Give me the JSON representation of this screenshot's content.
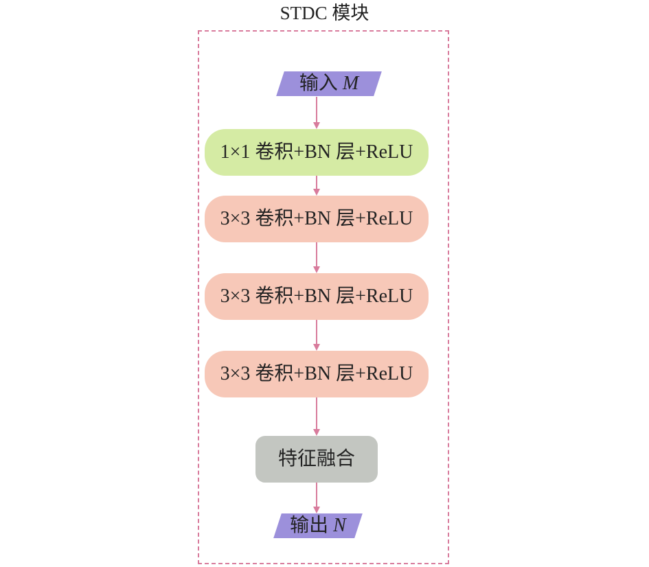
{
  "title": "STDC 模块",
  "input": {
    "label": "输入 ",
    "var": "M"
  },
  "output": {
    "label": "输出 ",
    "var": "N"
  },
  "layers": [
    "1×1 卷积+BN 层+ReLU",
    "3×3 卷积+BN 层+ReLU",
    "3×3 卷积+BN 层+ReLU",
    "3×3 卷积+BN 层+ReLU"
  ],
  "fusion": "特征融合",
  "colors": {
    "frame": "#d87b9c",
    "io": "#9c90db",
    "first_layer": "#d5eba4",
    "conv_layers": "#f7c8b8",
    "fusion": "#c3c6c1",
    "arrow": "#d87b9c"
  }
}
